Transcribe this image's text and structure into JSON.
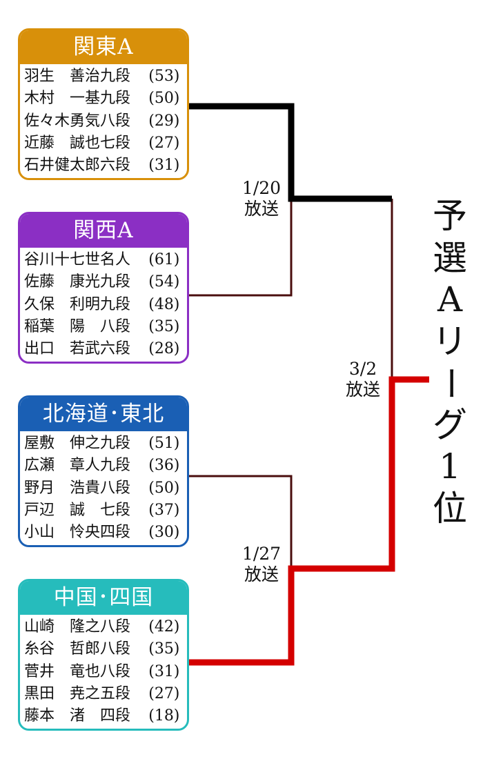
{
  "teams": [
    {
      "title": "関東A",
      "color": "#d8900a",
      "players": [
        {
          "name": "羽生　善治九段",
          "age": "(53)"
        },
        {
          "name": "木村　一基九段",
          "age": "(50)"
        },
        {
          "name": "佐々木勇気八段",
          "age": "(29)"
        },
        {
          "name": "近藤　誠也七段",
          "age": "(27)"
        },
        {
          "name": "石井健太郎六段",
          "age": "(31)"
        }
      ]
    },
    {
      "title": "関西A",
      "color": "#8b2fc4",
      "players": [
        {
          "name": "谷川十七世名人",
          "age": "(61)"
        },
        {
          "name": "佐藤　康光九段",
          "age": "(54)"
        },
        {
          "name": "久保　利明九段",
          "age": "(48)"
        },
        {
          "name": "稲葉　陽　八段",
          "age": "(35)"
        },
        {
          "name": "出口　若武六段",
          "age": "(28)"
        }
      ]
    },
    {
      "title": "北海道･東北",
      "color": "#1a5fb4",
      "players": [
        {
          "name": "屋敷　伸之九段",
          "age": "(51)"
        },
        {
          "name": "広瀬　章人九段",
          "age": "(36)"
        },
        {
          "name": "野月　浩貴八段",
          "age": "(50)"
        },
        {
          "name": "戸辺　誠　七段",
          "age": "(37)"
        },
        {
          "name": "小山　怜央四段",
          "age": "(30)"
        }
      ]
    },
    {
      "title": "中国･四国",
      "color": "#26bcbc",
      "players": [
        {
          "name": "山崎　隆之八段",
          "age": "(42)"
        },
        {
          "name": "糸谷　哲郎八段",
          "age": "(35)"
        },
        {
          "name": "菅井　竜也八段",
          "age": "(31)"
        },
        {
          "name": "黒田　尭之五段",
          "age": "(27)"
        },
        {
          "name": "藤本　渚　四段",
          "age": "(18)"
        }
      ]
    }
  ],
  "matches": [
    {
      "date": "1/20",
      "label": "放送"
    },
    {
      "date": "1/27",
      "label": "放送"
    },
    {
      "date": "3/2",
      "label": "放送"
    }
  ],
  "result_label": [
    "予",
    "選",
    "A",
    "リ",
    "ー",
    "グ",
    "1",
    "位"
  ],
  "colors": {
    "winner_black": "#000000",
    "winner_red": "#d40000",
    "loser": "#4a0d0d"
  }
}
